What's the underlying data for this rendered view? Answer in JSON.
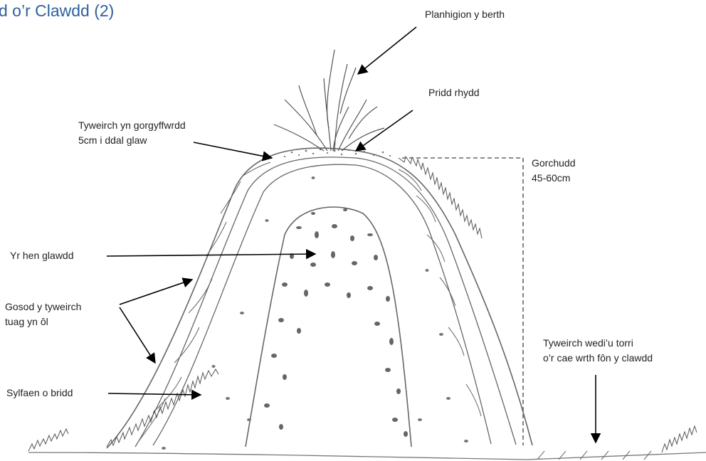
{
  "title": "d o’r Clawdd (2)",
  "labels": {
    "planhigion": "Planhigion y berth",
    "pridd": "Pridd rhydd",
    "tyweirch_gorgyffwrdd": [
      "Tyweirch yn gorgyffwrdd",
      "5cm i ddal glaw"
    ],
    "gorchudd": [
      "Gorchudd",
      "45-60cm"
    ],
    "yr_hen_glawdd": "Yr hen glawdd",
    "gosod_tyweirch": [
      "Gosod y tyweirch",
      "tuag yn ôl"
    ],
    "tyweirch_wedi_torri": [
      "Tyweirch wedi’u torri",
      "o’r cae wrth fôn y clawdd"
    ],
    "sylfaen": "Sylfaen o bridd"
  },
  "colors": {
    "title": "#2e5fa0",
    "line": "#666666",
    "arrow": "#000000"
  }
}
